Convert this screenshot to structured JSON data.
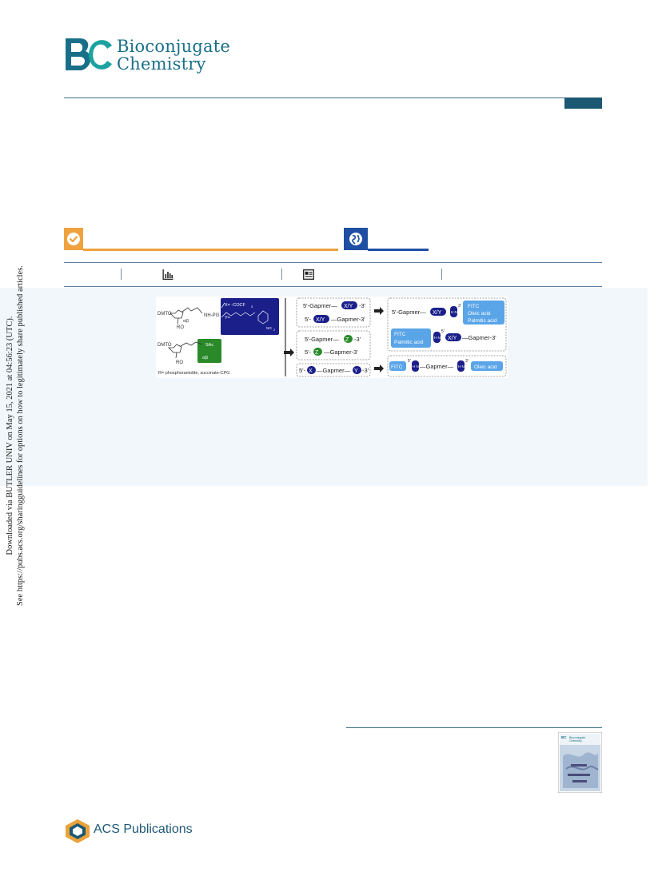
{
  "journal": {
    "name_line1": "Bioconjugate",
    "name_line2": "Chemistry",
    "logo_letters": "BC",
    "brand_color": "#1a6f88"
  },
  "badges": {
    "open_access_icon": "check-circle-icon",
    "open_access_color": "#f0a23e",
    "globe_icon": "globe-icon",
    "globe_color": "#1f4fa3"
  },
  "metrics": {
    "metrics_icon": "bar-chart-icon",
    "recommend_icon": "article-icon"
  },
  "toc_graphic": {
    "left_panel_labels": {
      "dmto_top": "DMTO",
      "nh_pg": "NH-PG",
      "x_def": "X= -COCF",
      "x_sub": "3",
      "y_def": "Y=",
      "no2": "NO",
      "no2_sub": "2",
      "alpha_top": "α/β",
      "ro_top": "RO",
      "dmto_bottom": "DMTO",
      "sac": "SAc",
      "alpha_bottom": "α/β",
      "ro_bottom": "RO",
      "r_def": "R= phosphoramidite, succinate-CPG"
    },
    "middle_rows": {
      "row1a_pre": "5'-Gapmer—",
      "row1a_tag": "X/Y",
      "row1a_post": "-3'",
      "row1b_pre": "5'-",
      "row1b_tag": "X/Y",
      "row1b_post": "—Gapmer-3'",
      "row2a_pre": "5'-Gapmer—",
      "row2a_tag": "Z",
      "row2a_post": "-3'",
      "row2b_pre": "5'-",
      "row2b_tag": "Z",
      "row2b_post": "—Gapmer-3'",
      "row3_pre": "5'-",
      "row3_tag1": "X",
      "row3_mid": "—Gapmer—",
      "row3_tag2": "Y",
      "row3_post": "-3'"
    },
    "right_rows": {
      "r1_pre": "5'-Gapmer—",
      "r1_tag": "X/Y",
      "r1_nh": "H N",
      "r1_prime": "3'",
      "r1_l1": "FITC",
      "r1_l2": "Oleic acid",
      "r1_l3": "Palmitic acid",
      "r2_l1": "FITC",
      "r2_l2": "Palmitic acid",
      "r2_nh": "H N",
      "r2_prime": "5'",
      "r2_tag": "X/Y",
      "r2_post": "—Gapmer-3'",
      "r3_fitc": "FITC",
      "r3_prime5": "5'",
      "r3_nh1": "H N",
      "r3_mid": "—Gapmer—",
      "r3_nh2": "H N",
      "r3_prime3": "3'",
      "r3_oleic": "Oleic acid"
    },
    "colors": {
      "navy": "#1b1f8a",
      "green": "#2a8a2a",
      "light_blue": "#5aa5e8"
    }
  },
  "side_notice": {
    "line1": "Downloaded via BUTLER UNIV on May 15, 2021 at 04:56:23 (UTC).",
    "line2": "See https://pubs.acs.org/sharingguidelines for options on how to legitimately share published articles."
  },
  "footer": {
    "publisher": "ACS Publications",
    "cover_title_line1": "Bioconjugate",
    "cover_title_line2": "Chemistry"
  }
}
